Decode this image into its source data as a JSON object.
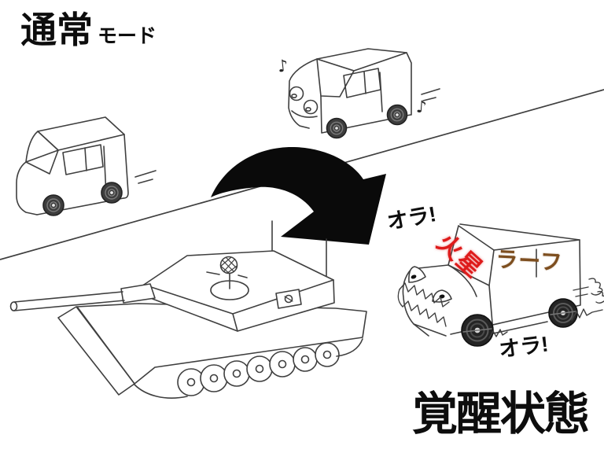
{
  "colors": {
    "ink": "#3f3f3f",
    "title": "#0d0d0d",
    "arrow": "#0a0a0a",
    "red_marking": "#de1b1b",
    "brown_marking": "#7d4e1f"
  },
  "labels": {
    "normal_mode": {
      "main": "通常",
      "suffix": "モード"
    },
    "awakened_state": "覚醒状態",
    "shout_top": "オラ!",
    "shout_bottom": "オラ!",
    "van_marking_red": "火星",
    "van_marking_brown": "ラーフ",
    "music_note_left": "♪",
    "music_note_right": "♪"
  }
}
